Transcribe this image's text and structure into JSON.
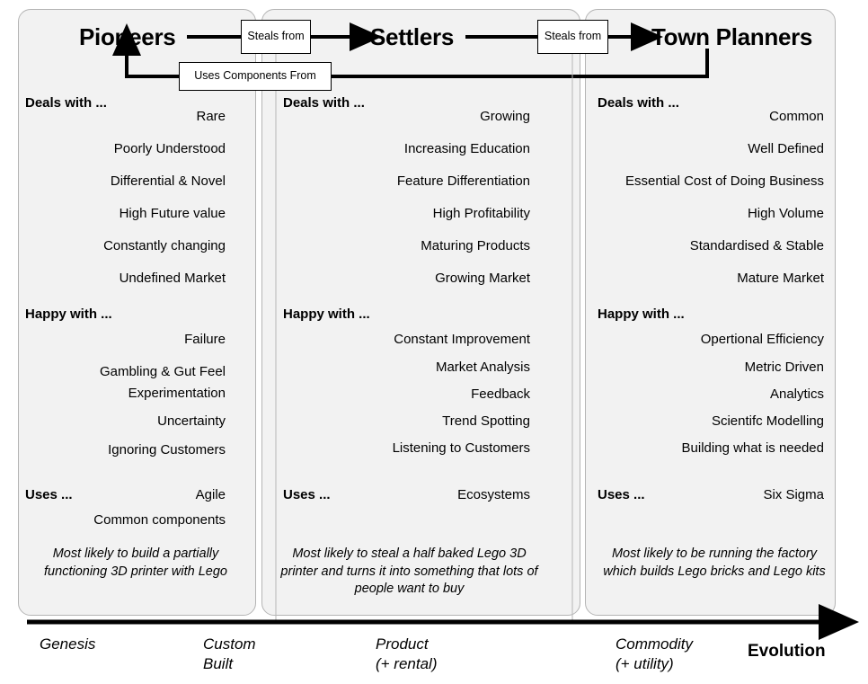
{
  "diagram": {
    "title_row": [
      {
        "id": "pioneers",
        "label": "Pioneers"
      },
      {
        "id": "settlers",
        "label": "Settlers"
      },
      {
        "id": "planners",
        "label": "Town Planners"
      }
    ],
    "edges": [
      {
        "id": "steals-from-1",
        "label": "Steals from"
      },
      {
        "id": "steals-from-2",
        "label": "Steals from"
      },
      {
        "id": "uses-components-from",
        "label": "Uses Components From"
      }
    ],
    "section_labels": {
      "deals_with": "Deals with ...",
      "happy_with": "Happy with ...",
      "uses": "Uses ..."
    },
    "columns": [
      {
        "id": "pioneers",
        "deals_with": [
          "Rare",
          "Poorly Understood",
          "Differential & Novel",
          "High Future value",
          "Constantly changing",
          "Undefined Market"
        ],
        "happy_with": [
          "Failure",
          "Gambling & Gut Feel",
          "Experimentation",
          "Uncertainty",
          "Ignoring Customers"
        ],
        "uses": [
          "Agile",
          "Common components"
        ],
        "summary": "Most likely to build a partially functioning 3D printer with Lego"
      },
      {
        "id": "settlers",
        "deals_with": [
          "Growing",
          "Increasing Education",
          "Feature Differentiation",
          "High Profitability",
          "Maturing Products",
          "Growing Market"
        ],
        "happy_with": [
          "Constant Improvement",
          "Market Analysis",
          "Feedback",
          "Trend Spotting",
          "Listening to Customers"
        ],
        "uses": [
          "Ecosystems"
        ],
        "summary": "Most likely to steal a half baked Lego 3D printer and turns it into something that lots of people want to buy"
      },
      {
        "id": "planners",
        "deals_with": [
          "Common",
          "Well Defined",
          "Essential Cost of Doing Business",
          "High Volume",
          "Standardised & Stable",
          "Mature Market"
        ],
        "happy_with": [
          "Opertional Efficiency",
          "Metric Driven",
          "Analytics",
          "Scientifc Modelling",
          "Building what is needed"
        ],
        "uses": [
          "Six Sigma"
        ],
        "summary": "Most likely to be running the factory which builds Lego bricks and Lego kits"
      }
    ],
    "axis": {
      "stages": [
        {
          "id": "genesis",
          "label": "Genesis"
        },
        {
          "id": "custom",
          "label": "Custom\nBuilt"
        },
        {
          "id": "product",
          "label": "Product\n(+ rental)"
        },
        {
          "id": "commodity",
          "label": "Commodity\n(+ utility)"
        }
      ],
      "axis_title": "Evolution"
    },
    "colors": {
      "card_fill": "#f2f2f2",
      "card_border": "#b5b5b5",
      "line": "#000000",
      "page_background": "#ffffff"
    }
  }
}
